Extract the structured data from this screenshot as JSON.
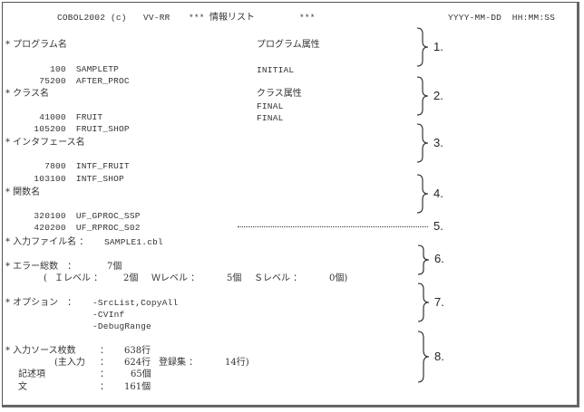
{
  "header": {
    "product": "COBOL2002 (c)",
    "version": "VV-RR",
    "title_prefix": "***",
    "title": "情報リスト",
    "title_suffix": "***",
    "datetime": "YYYY-MM-DD  HH:MM:SS"
  },
  "programs": {
    "label": "* プログラム名",
    "attr_label": "プログラム属性",
    "rows": [
      {
        "line": "100",
        "name": "SAMPLETP",
        "attr": ""
      },
      {
        "line": "75200",
        "name": "AFTER_PROC",
        "attr": "INITIAL"
      }
    ]
  },
  "classes": {
    "label": "* クラス名",
    "attr_label": "クラス属性",
    "rows": [
      {
        "line": "41000",
        "name": "FRUIT",
        "attr": "FINAL"
      },
      {
        "line": "105200",
        "name": "FRUIT_SHOP",
        "attr": "FINAL"
      }
    ]
  },
  "interfaces": {
    "label": "* インタフェース名",
    "rows": [
      {
        "line": "7800",
        "name": "INTF_FRUIT"
      },
      {
        "line": "103100",
        "name": "INTF_SHOP"
      }
    ]
  },
  "functions": {
    "label": "* 関数名",
    "rows": [
      {
        "line": "320100",
        "name": "UF_GPROC_SSP"
      },
      {
        "line": "420200",
        "name": "UF_RPROC_S02"
      }
    ]
  },
  "input_file": {
    "label": "* 入力ファイル名 ：",
    "value": "SAMPLE1.cbl"
  },
  "errors": {
    "label": "* エラー総数　：",
    "total": "7個",
    "open_paren": "(",
    "i_label": "Ｉレベル ：",
    "i_count": "2個",
    "w_label": "Ｗレベル ：",
    "w_count": "5個",
    "s_label": "Ｓレベル ：",
    "s_count": "0個)"
  },
  "options": {
    "label": "* オプション　：",
    "values": [
      "-SrcList,CopyAll",
      "-CVInf",
      "-DebugRange"
    ]
  },
  "source": {
    "label": "* 入力ソース枚数",
    "colon": "：",
    "total": "638行",
    "main_label": "(主入力",
    "main_count": "624行",
    "copy_label": "登録集 ：",
    "copy_count": "14行)",
    "items_label": "記述項",
    "items_count": "65個",
    "statements_label": "文",
    "statements_count": "161個"
  },
  "annotations": {
    "markers": [
      "1.",
      "2.",
      "3.",
      "4.",
      "5.",
      "6.",
      "7.",
      "8."
    ]
  }
}
